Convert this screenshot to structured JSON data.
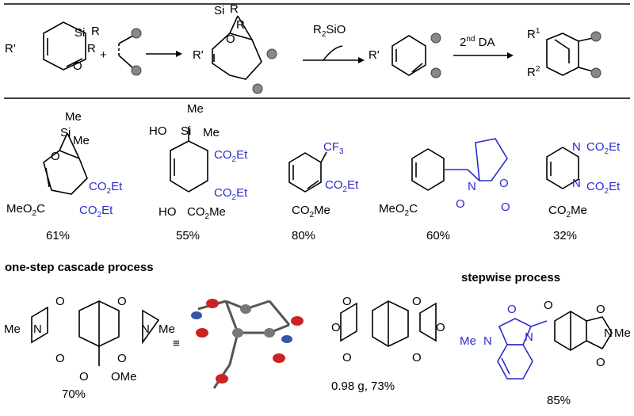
{
  "scheme": {
    "reactant1": {
      "r_prime": "R'",
      "si": "Si",
      "r_a": "R",
      "r_b": "R",
      "o": "O"
    },
    "plus": "+",
    "adduct": {
      "si": "Si",
      "r_a": "R",
      "r_b": "R",
      "o": "O",
      "r_prime": "R'"
    },
    "byproduct": "R2SiO",
    "arene": {
      "r_prime": "R'"
    },
    "second_da": "2nd DA",
    "product": {
      "r1": "R1",
      "r2": "R2"
    }
  },
  "examples": [
    {
      "yield": "61%",
      "labels": [
        "Me",
        "Si",
        "Me",
        "O",
        "CO2Et",
        "MeO2C",
        "CO2Et"
      ]
    },
    {
      "yield": "55%",
      "labels": [
        "Me",
        "HO",
        "Si",
        "Me",
        "CO2Et",
        "CO2Et",
        "HO",
        "CO2Me"
      ]
    },
    {
      "yield": "80%",
      "labels": [
        "CF3",
        "CO2Et",
        "CO2Me"
      ]
    },
    {
      "yield": "60%",
      "labels": [
        "MeO2C",
        "O",
        "N",
        "O",
        "O"
      ]
    },
    {
      "yield": "32%",
      "labels": [
        "N",
        "CO2Et",
        "N",
        "CO2Et",
        "CO2Me"
      ]
    }
  ],
  "cascade": {
    "title": "one-step cascade process",
    "imide_yield": "70%",
    "imide_labels": [
      "O",
      "O",
      "Me",
      "N",
      "N",
      "Me",
      "O",
      "O",
      "O",
      "OMe"
    ],
    "equiv": "≡",
    "anhydride_yield": "0.98 g, 73%",
    "anhydride_labels": [
      "O",
      "O",
      "O",
      "O",
      "O",
      "O"
    ]
  },
  "stepwise": {
    "title": "stepwise process",
    "yield": "85%",
    "labels": [
      "O",
      "O",
      "O",
      "Me",
      "N",
      "N",
      "N",
      "Me",
      "O"
    ]
  }
}
